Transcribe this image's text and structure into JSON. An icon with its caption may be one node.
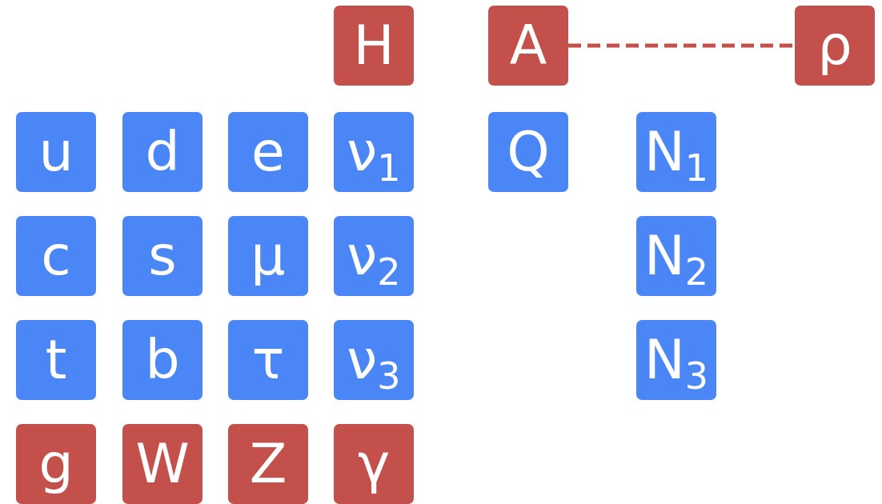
{
  "diagram": {
    "nodes": [
      {
        "text": [
          "H"
        ]
      },
      {
        "text": [
          "A"
        ]
      },
      {
        "text": [
          "ρ"
        ]
      },
      {
        "text": [
          "u"
        ]
      },
      {
        "text": [
          "d"
        ]
      },
      {
        "text": [
          "e"
        ]
      },
      {
        "text": [
          "ν$_{1}$"
        ]
      },
      {
        "text": [
          "Q"
        ]
      },
      {
        "text": [
          "N$_{1}$"
        ]
      },
      {
        "text": [
          "c"
        ]
      },
      {
        "text": [
          "s"
        ]
      },
      {
        "text": [
          "μ"
        ]
      },
      {
        "text": [
          "ν$_{2}$"
        ]
      },
      {
        "text": [
          "N$_{2}$"
        ]
      },
      {
        "text": [
          "t"
        ]
      },
      {
        "text": [
          "b"
        ]
      },
      {
        "text": [
          "τ"
        ]
      },
      {
        "text": [
          "ν$_{3}$"
        ]
      },
      {
        "text": [
          "N$_{3}$"
        ]
      },
      {
        "text": [
          "g"
        ]
      },
      {
        "text": [
          "W"
        ]
      },
      {
        "text": [
          "Z"
        ]
      },
      {
        "text": [
          "γ"
        ]
      }
    ],
    "edges": [
      {
        "from": 1,
        "to": 2,
        "arrow": "none",
        "style": "dashed"
      }
    ]
  }
}
